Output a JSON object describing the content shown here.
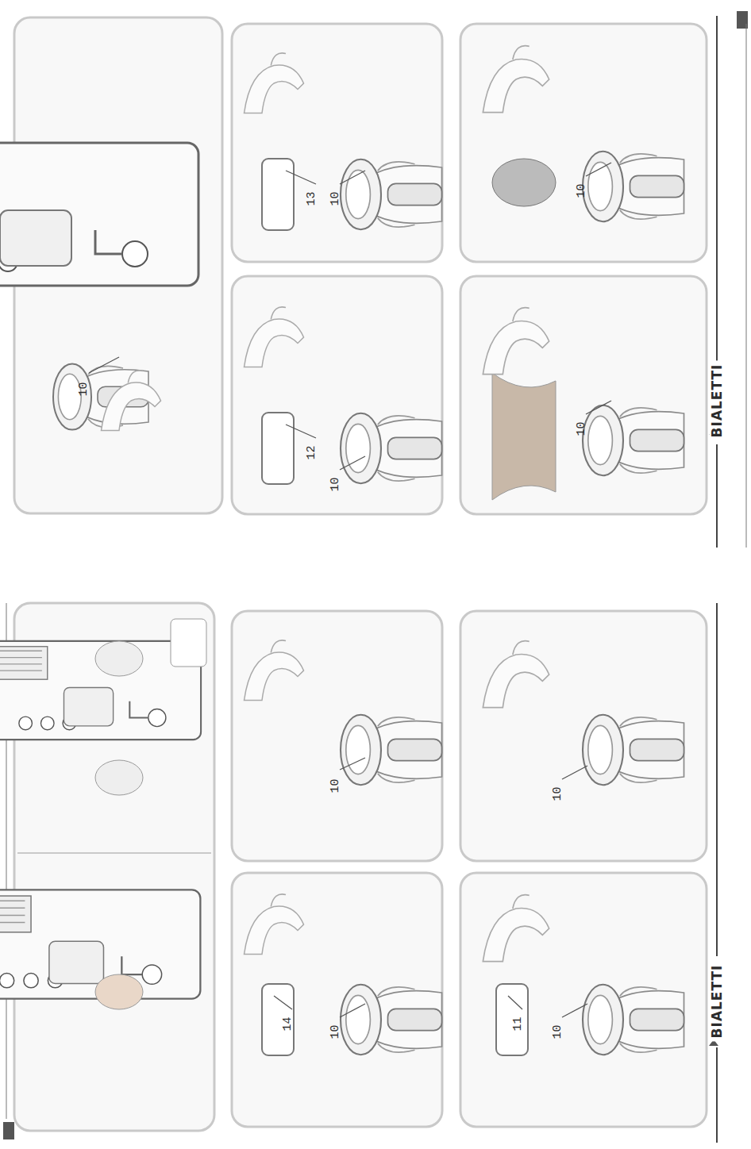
{
  "diagram": {
    "labels": [
      "10",
      "13",
      "10",
      "12",
      "10",
      "10",
      "10",
      "BIALETTI",
      "10",
      "14",
      "10",
      "10",
      "11",
      "10",
      "BIALETTI"
    ]
  }
}
